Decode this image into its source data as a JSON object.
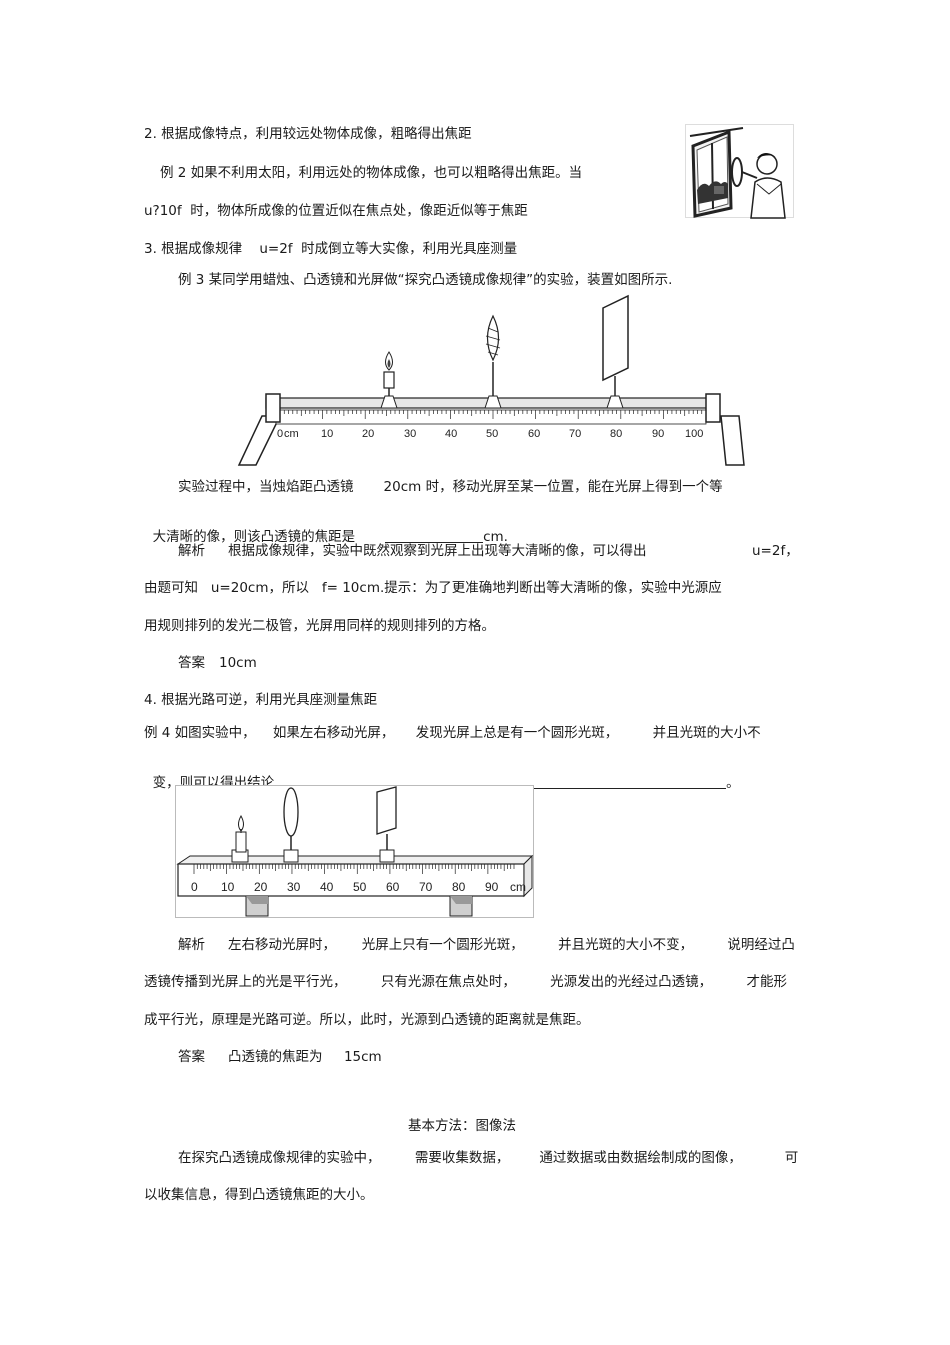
{
  "s2": {
    "heading": "2. 根据成像特点，利用较远处物体成像，粗略得出焦距",
    "ex_a": "例 2 如果不利用太阳，利用远处的物体成像，也可以粗略得出焦距。当",
    "ex_b": "u?10f  时，物体所成像的位置近似在焦点处，像距近似等于焦距"
  },
  "s3": {
    "heading": "3. 根据成像规律    u=2f  时成倒立等大实像，利用光具座测量",
    "ex": "例 3 某同学用蜡烛、凸透镜和光屏做“探究凸透镜成像规律”的实验，装置如图所示.",
    "bench": {
      "unit": "cm",
      "labels": [
        "0",
        "10",
        "20",
        "30",
        "40",
        "50",
        "60",
        "70",
        "80",
        "90",
        "100"
      ]
    },
    "q1_pre": "实验过程中，当烛焰距凸透镜       20cm 时，移动光屏至某一位置，能在光屏上得到一个等",
    "q2_pre": "大清晰的像，则该凸透镜的焦距是",
    "q2_post": "cm.",
    "an_label": "解析",
    "an1": "根据成像规律，实验中既然观察到光屏上出现等大清晰的像，可以得出",
    "an1_r": "u=2f，",
    "an2": "由题可知   u=20cm，所以   f= 10cm.提示：为了更准确地判断出等大清晰的像，实验中光源应",
    "an3": "用规则排列的发光二极管，光屏用同样的规则排列的方格。",
    "ans_label": "答案",
    "ans": "10cm"
  },
  "s4": {
    "heading": "4. 根据光路可逆，利用光具座测量焦距",
    "ex1": "例 4 如图实验中，    如果左右移动光屏，     发现光屏上总是有一个圆形光斑，        并且光斑的大小不",
    "ex2": "变，则可以得出结论",
    "ex2_end": "。",
    "ruler": {
      "unit": "cm",
      "labels": [
        "0",
        "10",
        "20",
        "30",
        "40",
        "50",
        "60",
        "70",
        "80",
        "90"
      ]
    },
    "an_label": "解析",
    "an1": "左右移动光屏时，      光屏上只有一个圆形光斑，        并且光斑的大小不变，        说明经过凸",
    "an2": "透镜传播到光屏上的光是平行光，        只有光源在焦点处时，        光源发出的光经过凸透镜，        才能形",
    "an3": "成平行光，原理是光路可逆。所以，此时，光源到凸透镜的距离就是焦距。",
    "ans_label": "答案",
    "ans": "凸透镜的焦距为     15cm"
  },
  "method": {
    "title": "基本方法：图像法",
    "p1": "在探究凸透镜成像规律的实验中，        需要收集数据，       通过数据或由数据绘制成的图像，          可",
    "p2": "以收集信息，得到凸透镜焦距的大小。"
  }
}
